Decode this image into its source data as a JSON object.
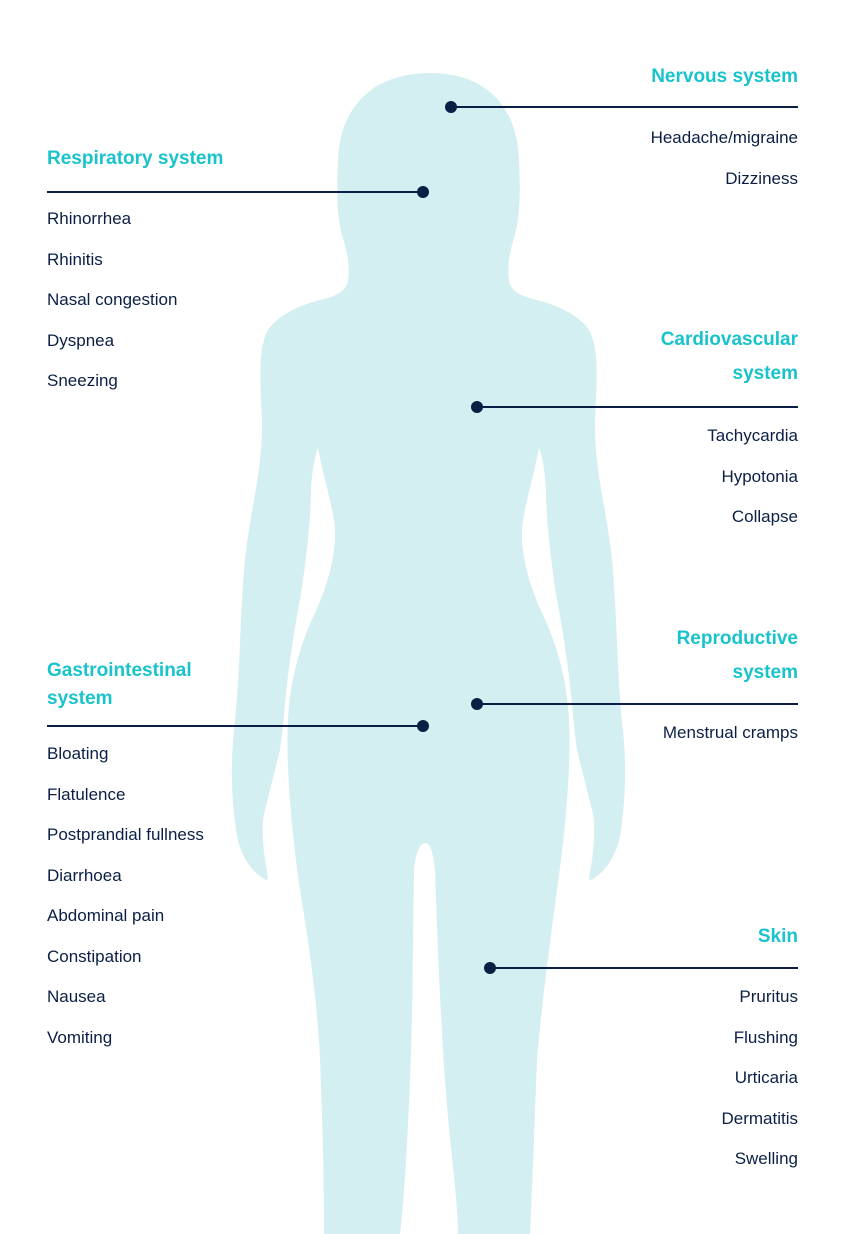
{
  "colors": {
    "silhouette": "#d4eff1",
    "heading": "#19c3cc",
    "text": "#0b1f45",
    "connector": "#0b1f45"
  },
  "systems": {
    "nervous": {
      "title": "Nervous system",
      "symptoms": [
        "Headache/migraine",
        "Dizziness"
      ]
    },
    "respiratory": {
      "title": "Respiratory system",
      "symptoms": [
        "Rhinorrhea",
        "Rhinitis",
        "Nasal congestion",
        "Dyspnea",
        "Sneezing"
      ]
    },
    "cardiovascular": {
      "title_line1": "Cardiovascular",
      "title_line2": "system",
      "symptoms": [
        "Tachycardia",
        "Hypotonia",
        "Collapse"
      ]
    },
    "gastrointestinal": {
      "title_line1": "Gastrointestinal",
      "title_line2": "system",
      "symptoms": [
        "Bloating",
        "Flatulence",
        "Postprandial fullness",
        "Diarrhoea",
        "Abdominal pain",
        "Constipation",
        "Nausea",
        "Vomiting"
      ]
    },
    "reproductive": {
      "title_line1": "Reproductive",
      "title_line2": "system",
      "symptoms": [
        "Menstrual cramps"
      ]
    },
    "skin": {
      "title": "Skin",
      "symptoms": [
        "Pruritus",
        "Flushing",
        "Urticaria",
        "Dermatitis",
        "Swelling"
      ]
    }
  }
}
